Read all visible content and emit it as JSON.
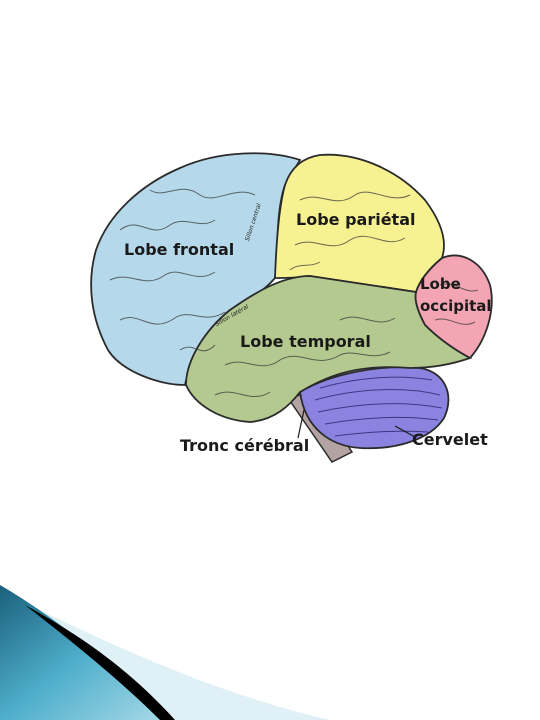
{
  "diagram": {
    "regions": {
      "frontal": {
        "label": "Lobe frontal",
        "color": "#b5d8ea"
      },
      "parietal": {
        "label": "Lobe pariétal",
        "color": "#f7f291"
      },
      "occipital": {
        "line1": "Lobe",
        "line2": "occipital",
        "color": "#f4a5b3"
      },
      "temporal": {
        "label": "Lobe temporal",
        "color": "#b3c98f"
      },
      "cerebellum": {
        "label": "Cervelet",
        "color": "#8a83e0"
      },
      "brainstem": {
        "label": "Tronc cérébral",
        "color": "#b3a3a3"
      }
    },
    "sulci": {
      "central": "Sillon central",
      "lateral": "Sillon latéral"
    }
  },
  "decoration": {
    "teal_dark": "#1a5f7a",
    "teal_light": "#6fc3d9",
    "accent_black": "#000000"
  }
}
